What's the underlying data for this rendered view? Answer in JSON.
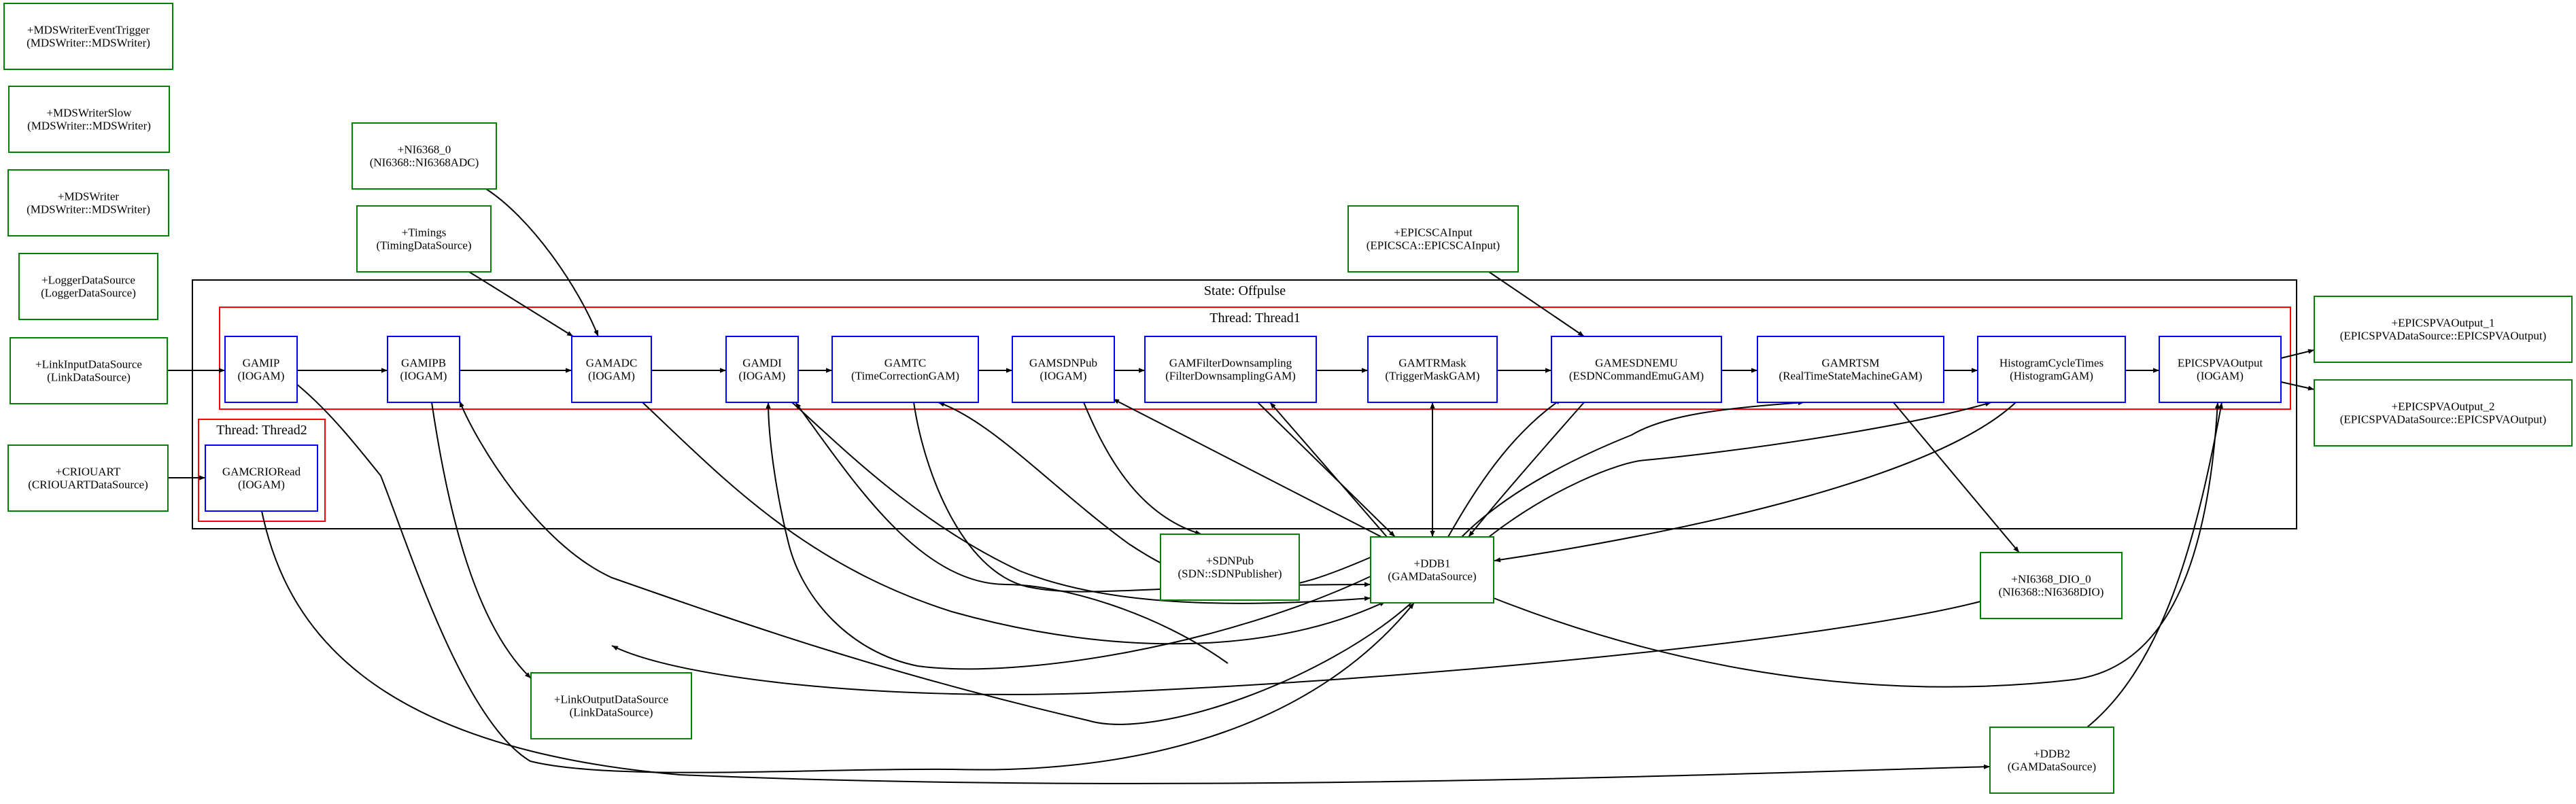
{
  "colors": {
    "datasource_border": "#008000",
    "gam_border": "#0000ff",
    "thread_border": "#ff0000",
    "state_border": "#000000",
    "edge": "#000000"
  },
  "clusters": {
    "state": "State: Offpulse",
    "thread1": "Thread: Thread1",
    "thread2": "Thread: Thread2"
  },
  "nodes": {
    "mdswriter_event_trigger": [
      "+MDSWriterEventTrigger",
      "(MDSWriter::MDSWriter)"
    ],
    "mdswriter_slow": [
      "+MDSWriterSlow",
      "(MDSWriter::MDSWriter)"
    ],
    "mdswriter": [
      "+MDSWriter",
      "(MDSWriter::MDSWriter)"
    ],
    "logger_datasource": [
      "+LoggerDataSource",
      "(LoggerDataSource)"
    ],
    "link_input_datasource": [
      "+LinkInputDataSource",
      "(LinkDataSource)"
    ],
    "criouart": [
      "+CRIOUART",
      "(CRIOUARTDataSource)"
    ],
    "ni6368_0": [
      "+NI6368_0",
      "(NI6368::NI6368ADC)"
    ],
    "timings": [
      "+Timings",
      "(TimingDataSource)"
    ],
    "epicscainput": [
      "+EPICSCAInput",
      "(EPICSCA::EPICSCAInput)"
    ],
    "epicspvaoutput_1": [
      "+EPICSPVAOutput_1",
      "(EPICSPVADataSource::EPICSPVAOutput)"
    ],
    "epicspvaoutput_2": [
      "+EPICSPVAOutput_2",
      "(EPICSPVADataSource::EPICSPVAOutput)"
    ],
    "gamip": [
      "GAMIP",
      "(IOGAM)"
    ],
    "gamipb": [
      "GAMIPB",
      "(IOGAM)"
    ],
    "gamadc": [
      "GAMADC",
      "(IOGAM)"
    ],
    "gamdi": [
      "GAMDI",
      "(IOGAM)"
    ],
    "gamtc": [
      "GAMTC",
      "(TimeCorrectionGAM)"
    ],
    "gamsdnpub": [
      "GAMSDNPub",
      "(IOGAM)"
    ],
    "gamfilterdownsampling": [
      "GAMFilterDownsampling",
      "(FilterDownsamplingGAM)"
    ],
    "gamtrmask": [
      "GAMTRMask",
      "(TriggerMaskGAM)"
    ],
    "gamesdnemu": [
      "GAMESDNEMU",
      "(ESDNCommandEmuGAM)"
    ],
    "gamrtsm": [
      "GAMRTSM",
      "(RealTimeStateMachineGAM)"
    ],
    "histogramcycletimes": [
      "HistogramCycleTimes",
      "(HistogramGAM)"
    ],
    "epicspvaoutput": [
      "EPICSPVAOutput",
      "(IOGAM)"
    ],
    "gamcrioread": [
      "GAMCRIORead",
      "(IOGAM)"
    ],
    "sdnpub": [
      "+SDNPub",
      "(SDN::SDNPublisher)"
    ],
    "ddb1": [
      "+DDB1",
      "(GAMDataSource)"
    ],
    "ni6368_dio_0": [
      "+NI6368_DIO_0",
      "(NI6368::NI6368DIO)"
    ],
    "link_output_datasource": [
      "+LinkOutputDataSource",
      "(LinkDataSource)"
    ],
    "ddb2": [
      "+DDB2",
      "(GAMDataSource)"
    ]
  }
}
